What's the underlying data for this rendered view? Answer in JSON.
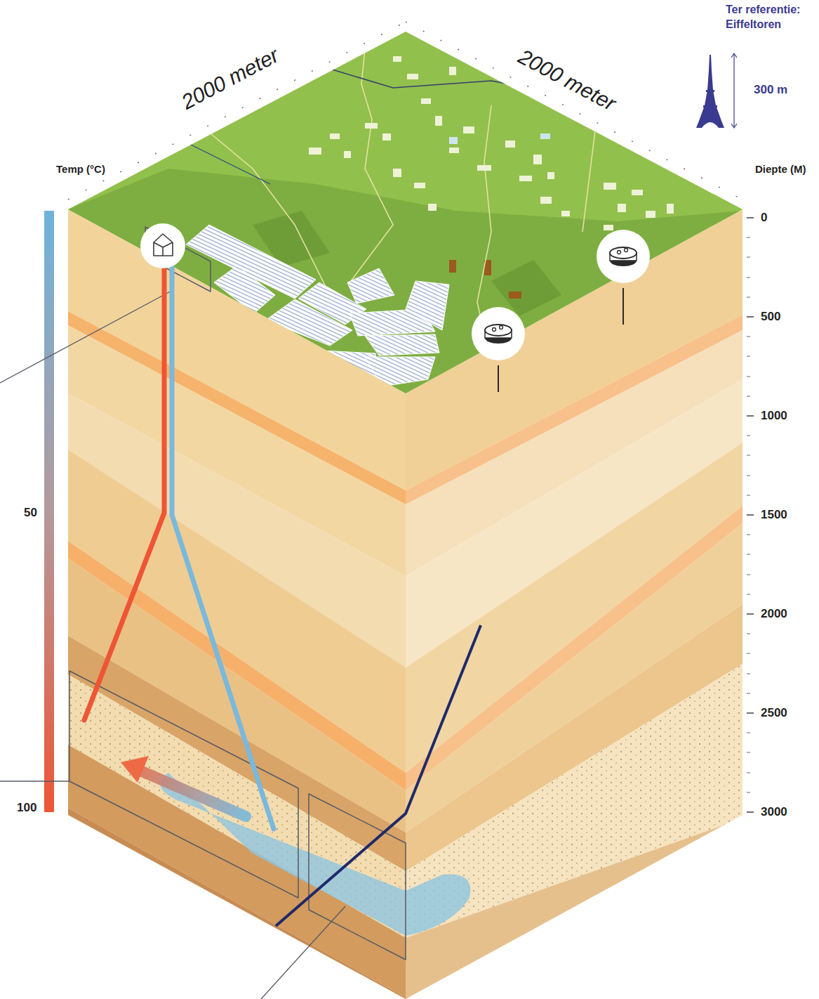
{
  "diagram": {
    "labels": [
      "2000 meter",
      "2000 meter",
      "Ter referentie: Eiffeltoren",
      "300 m",
      "Temp (°C)",
      "Diepte (M)",
      "0",
      "500",
      "1000",
      "1500",
      "2000",
      "2500",
      "3000",
      "50",
      "100"
    ]
  }
}
